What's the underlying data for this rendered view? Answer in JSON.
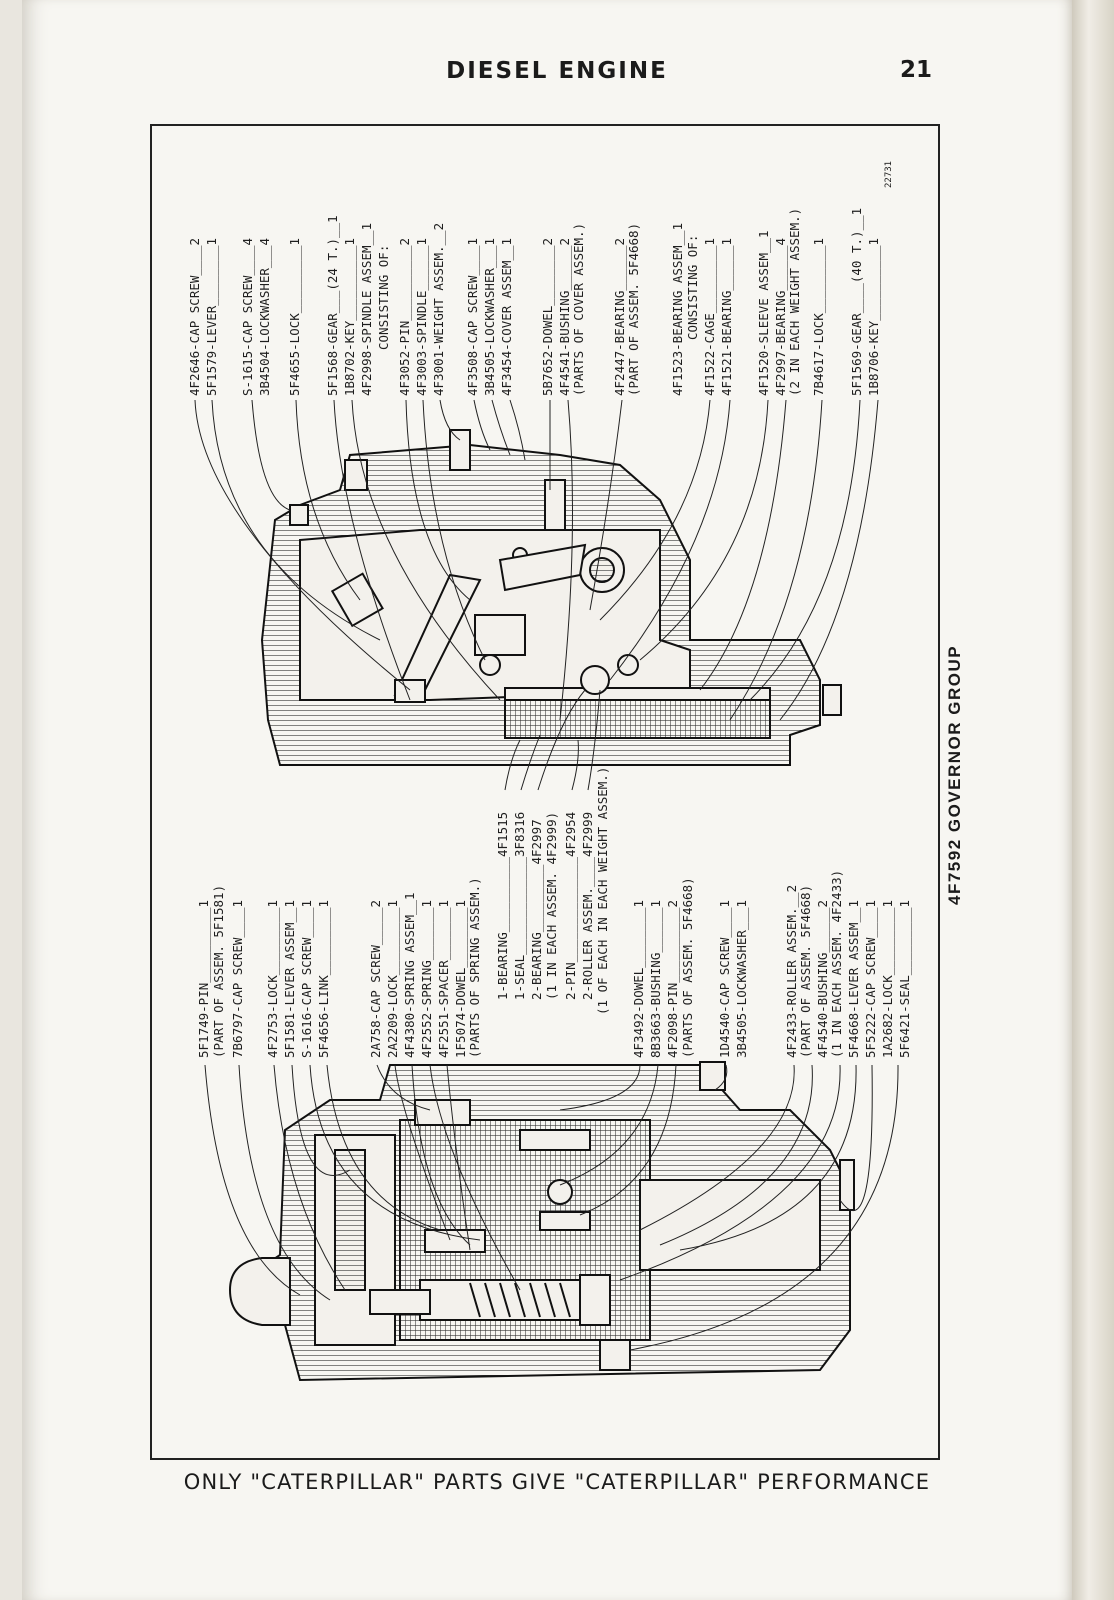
{
  "header": {
    "title": "DIESEL ENGINE",
    "page_number": "21"
  },
  "footer": {
    "text": "ONLY \"CATERPILLAR\" PARTS GIVE \"CATERPILLAR\" PERFORMANCE"
  },
  "figure": {
    "group_title": "4F7592 GOVERNOR GROUP",
    "drawing_number": "22731",
    "upper_labels": [
      "4F2646-CAP SCREW____2",
      "5F1579-LEVER________1",
      "S-1615-CAP SCREW____4",
      "3B4504-LOCKWASHER___4",
      "5F4655-LOCK_________1",
      "5F1568-GEAR___(24 T.)__1",
      "1B8702-KEY__________1",
      "4F2998-SPINDLE ASSEM__1",
      "CONSISTING OF:",
      "4F3052-PIN__________2",
      "4F3003-SPINDLE______1",
      "4F3001-WEIGHT ASSEM.__2",
      "4F3508-CAP SCREW____1",
      "3B4505-LOCKWASHER___1",
      "4F3454-COVER ASSEM__1",
      "5B7652-DOWEL________2",
      "4F4541-BUSHING______2",
      "(PARTS OF COVER ASSEM.)",
      "4F2447-BEARING______2",
      "(PART OF ASSEM. 5F4668)",
      "4F1523-BEARING ASSEM__1",
      "CONSISTING OF:",
      "4F1522-CAGE_________1",
      "4F1521-BEARING______1",
      "4F1520-SLEEVE ASSEM__1",
      "4F2997-BEARING______4",
      "(2 IN EACH WEIGHT ASSEM.)",
      "7B4617-LOCK_________1",
      "5F1569-GEAR____(40 T.)__1",
      "1B8706-KEY__________1"
    ],
    "middle_labels": [
      "1-BEARING__________4F1515",
      "1-SEAL_____________3F8316",
      "2-BEARING_________4F2997",
      "(1 IN EACH ASSEM. 4F2999)",
      "2-PIN______________4F2954",
      "2-ROLLER ASSEM.____4F2999",
      "(1 OF EACH IN EACH WEIGHT ASSEM.)"
    ],
    "lower_labels": [
      "5F1749-PIN__________1",
      "(PART OF ASSEM. 5F1581)",
      "7B6797-CAP SCREW____1",
      "4F2753-LOCK_________1",
      "5F1581-LEVER ASSEM__1",
      "S-1616-CAP SCREW____1",
      "5F4656-LINK_________1",
      "2A758-CAP SCREW_____2",
      "2A2209-LOCK_________1",
      "4F4380-SPRING ASSEM__1",
      "4F2552-SPRING_______1",
      "4F2551-SPACER_______1",
      "1F5074-DOWEL________1",
      "(PARTS OF SPRING ASSEM.)",
      "4F3492-DOWEL________1",
      "8B3663-BUSHING______1",
      "4F2098-PIN__________2",
      "(PARTS OF ASSEM. 5F4668)",
      "1D4540-CAP SCREW____1",
      "3B4505-LOCKWASHER___1",
      "4F2433-ROLLER ASSEM.__2",
      "(PART OF ASSEM. 5F4668)",
      "4F4540-BUSHING______2",
      "(1 IN EACH ASSEM. 4F2433)",
      "5F4668-LEVER ASSEM__1",
      "5F5222-CAP SCREW____1",
      "1A2682-LOCK_________1",
      "5F6421-SEAL_________1"
    ]
  }
}
